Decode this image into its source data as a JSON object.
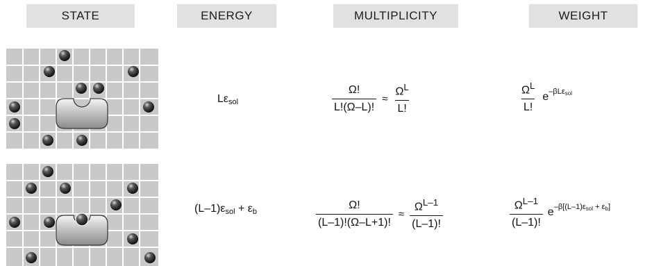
{
  "headers": {
    "state": "STATE",
    "energy": "ENERGY",
    "multiplicity": "MULTIPLICITY",
    "weight": "WEIGHT"
  },
  "row1": {
    "energy": {
      "base": "Lε",
      "sub": "sol"
    },
    "multiplicity": {
      "num": "Ω!",
      "den": "L!(Ω–L)!",
      "approx": "≈",
      "approx_num_base": "Ω",
      "approx_num_sup": "L",
      "approx_den": "L!"
    },
    "weight": {
      "num_base": "Ω",
      "num_sup": "L",
      "den": "L!",
      "exp_base": "e",
      "exp": "–βLε",
      "exp_sub": "sol"
    }
  },
  "row2": {
    "energy": {
      "prefix": "(L–1)ε",
      "sub1": "sol",
      "mid": " + ε",
      "sub2": "b"
    },
    "multiplicity": {
      "num": "Ω!",
      "den": "(L–1)!(Ω–L+1)!",
      "approx": "≈",
      "approx_num_base": "Ω",
      "approx_num_sup": "L–1",
      "approx_den": "(L–1)!"
    },
    "weight": {
      "num_base": "Ω",
      "num_sup": "L–1",
      "den": "(L–1)!",
      "exp_base": "e",
      "exp_pre": "–β[(L–1)ε",
      "exp_sub1": "sol",
      "exp_mid": " + ε",
      "exp_sub2": "b",
      "exp_post": "]"
    }
  },
  "colors": {
    "header_bg": "#e1e1e1",
    "lattice_bg": "#c9c9c9",
    "grid_line": "#ffffff"
  },
  "lattice_icons": [
    "solvent-ball-icon",
    "binding-pocket-icon"
  ]
}
